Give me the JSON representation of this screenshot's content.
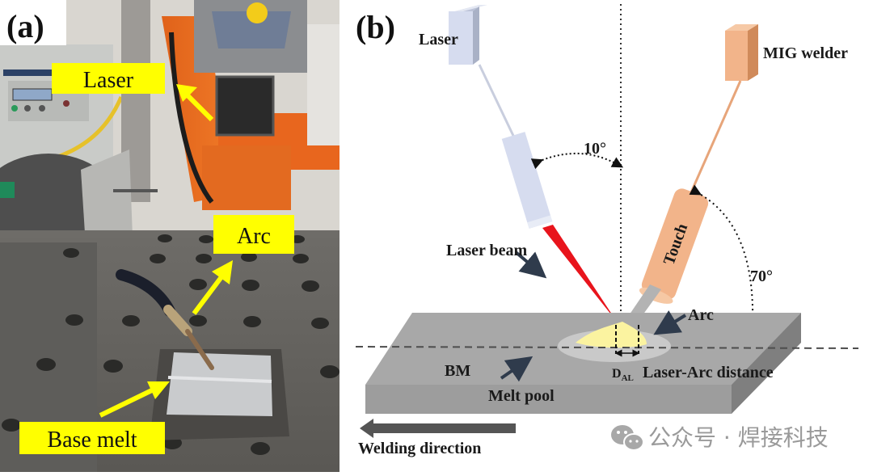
{
  "figure": {
    "panel_a": {
      "label": "(a)",
      "callouts": [
        {
          "id": "laser",
          "text": "Laser"
        },
        {
          "id": "arc",
          "text": "Arc"
        },
        {
          "id": "base-melt",
          "text": "Base melt"
        }
      ]
    },
    "panel_b": {
      "label": "(b)",
      "laser_label": "Laser",
      "mig_label": "MIG welder",
      "torch_label": "Touch",
      "angle_laser": "10°",
      "angle_torch": "70°",
      "laser_beam_label": "Laser beam",
      "arc_label": "Arc",
      "bm_label": "BM",
      "melt_pool_label": "Melt pool",
      "dal_main": "D",
      "dal_sub": "AL",
      "distance_label": "Laser-Arc distance",
      "direction_label": "Welding direction"
    },
    "watermark": {
      "icon": "wechat-icon",
      "text": "公众号 · 焊接科技"
    },
    "colors": {
      "callout_bg": "#ffff00",
      "callout_arrow": "#ffff00",
      "laser_body": "#d6dcef",
      "torch_body": "#f2b48a",
      "laser_beam": "#e8141c",
      "plate_top": "#a6a6a6",
      "plate_front": "#9a9a9a",
      "plate_side": "#7f7f7f",
      "melt_pool": "#c8c8c8",
      "arc_glow": "#fbf3a0",
      "pointer_arrow": "#2f3b4c",
      "direction_arrow": "#555555"
    }
  }
}
